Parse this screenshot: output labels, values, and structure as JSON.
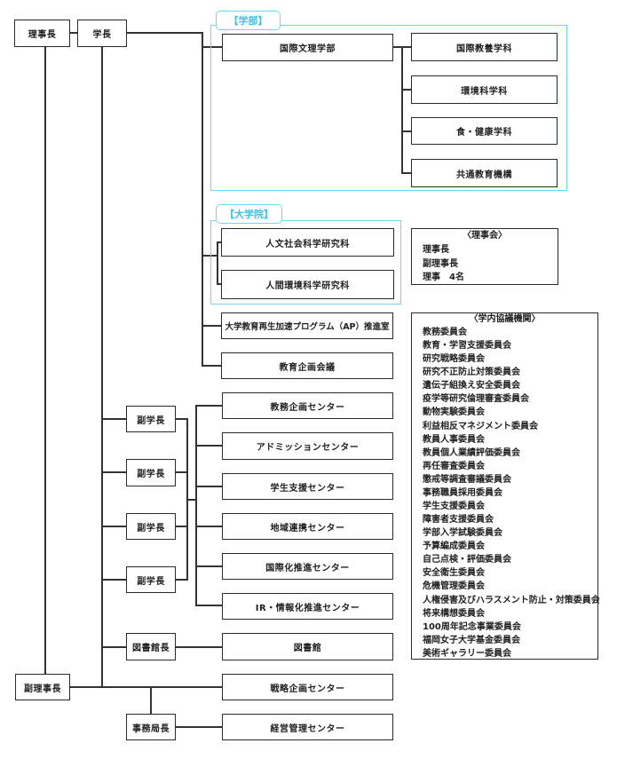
{
  "executives": {
    "chairman": "理事長",
    "president": "学長",
    "vice_chairman": "副理事長"
  },
  "faculty": {
    "section_label": "【学部】",
    "faculty_name": "国際文理学部",
    "departments": [
      "国際教養学科",
      "環境科学科",
      "食・健康学科",
      "共通教育機構"
    ]
  },
  "graduate_school": {
    "section_label": "【大学院】",
    "schools": [
      "人文社会科学研究科",
      "人間環境科学研究科"
    ]
  },
  "ap_office": "大学教育再生加速プログラム（AP）推進室",
  "education_planning": "教育企画会議",
  "vice_presidents": [
    "副学長",
    "副学長",
    "副学長",
    "副学長"
  ],
  "centers": [
    "教務企画センター",
    "アドミッションセンター",
    "学生支援センター",
    "地域連携センター",
    "国際化推進センター",
    "IR・情報化推進センター"
  ],
  "library": {
    "head": "図書館長",
    "name": "図書館"
  },
  "strategic_center": "戦略企画センター",
  "secretariat": {
    "head": "事務局長",
    "center": "経営管理センター"
  },
  "board": {
    "title": "〈理事会〉",
    "members": [
      "理事長",
      "副理事長",
      "理事　4名"
    ]
  },
  "councils": {
    "title": "〈学内協議機関〉",
    "items": [
      "教務委員会",
      "教育・学習支援委員会",
      "研究戦略委員会",
      "研究不正防止対策委員会",
      "遺伝子組換え安全委員会",
      "疫学等研究倫理審査委員会",
      "動物実験委員会",
      "利益相反マネジメント委員会",
      "教員人事委員会",
      "教員個人業績評価委員会",
      "再任審査委員会",
      "懲戒等調査審議委員会",
      "事務職員採用委員会",
      "学生支援委員会",
      "障害者支援委員会",
      "学部入学試験委員会",
      "予算編成委員会",
      "自己点検・評価委員会",
      "安全衛生委員会",
      "危機管理委員会",
      "人権侵害及びハラスメント防止・対策委員会",
      "将来構想委員会",
      "100周年記念事業委員会",
      "福岡女子大学基金委員会",
      "美術ギャラリー委員会"
    ]
  },
  "colors": {
    "line": "#333333",
    "box_border": "#2a2a2a",
    "section_frame": "#6fd8ee",
    "section_label_text": "#3fc2e4"
  }
}
